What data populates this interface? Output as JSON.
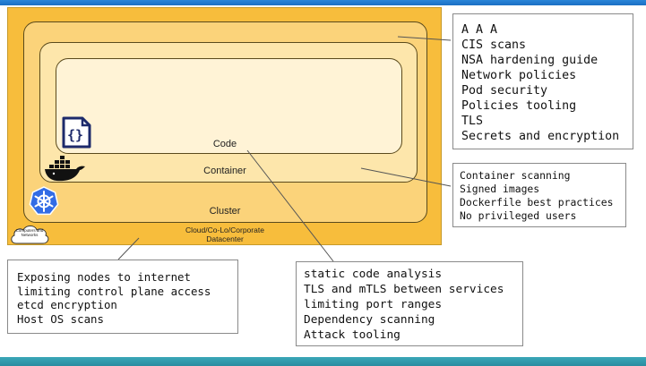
{
  "layers": {
    "cloud": "Cloud/Co-Lo/Corporate Datacenter",
    "cluster": "Cluster",
    "container": "Container",
    "code": "Code"
  },
  "cloud_icon_text": "Computers and Networks",
  "notes": {
    "general": [
      "A A A",
      "CIS scans",
      "NSA hardening guide",
      "Network policies",
      "Pod security",
      "Policies tooling",
      "TLS",
      "Secrets and encryption"
    ],
    "container": [
      "Container scanning",
      "Signed images",
      "Dockerfile best practices",
      "No privileged users"
    ],
    "cluster": [
      "Exposing nodes to internet",
      "limiting control plane access",
      "etcd encryption",
      "Host OS scans"
    ],
    "code": [
      "static code analysis",
      "TLS and mTLS between services",
      "limiting port ranges",
      "Dependency scanning",
      "Attack tooling"
    ]
  },
  "icons": [
    "braces-icon",
    "docker-icon",
    "kubernetes-icon",
    "cloud-icon"
  ],
  "colors": {
    "cloud_layer": "#f7bd3c",
    "cluster_layer": "#fbd37a",
    "container_layer": "#fde6ab",
    "code_layer": "#fff3d6",
    "kubernetes_blue": "#326ce5",
    "docker_black": "#111111"
  }
}
